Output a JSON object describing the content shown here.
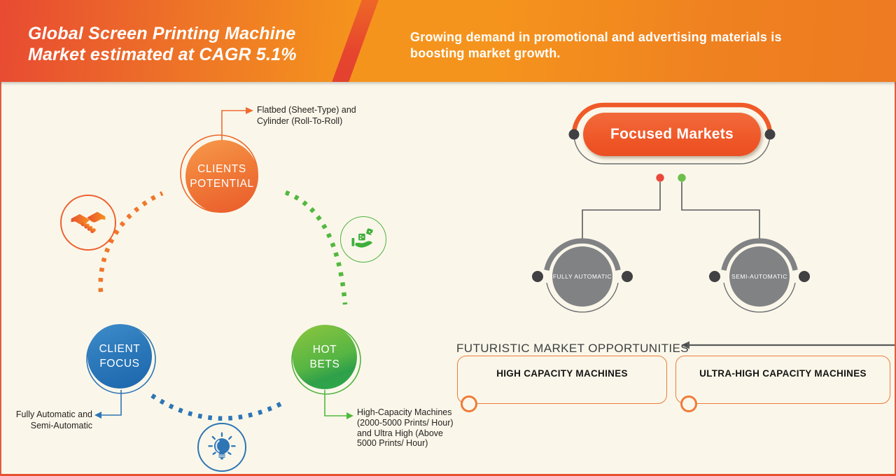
{
  "header": {
    "title_lines": [
      "Global Screen Printing Machine",
      "Market estimated at CAGR 5.1%"
    ],
    "subtitle_lines": [
      "Growing demand in promotional and advertising materials is",
      "boosting market growth."
    ]
  },
  "cycle": {
    "clients_potential": {
      "label_lines": [
        "CLIENTS",
        "POTENTIAL"
      ],
      "annotation_lines": [
        "Flatbed (Sheet-Type) and",
        "Cylinder (Roll-To-Roll)"
      ]
    },
    "client_focus": {
      "label_lines": [
        "CLIENT",
        "FOCUS"
      ],
      "annotation_lines": [
        "Fully Automatic and",
        "Semi-Automatic"
      ]
    },
    "hot_bets": {
      "label_lines": [
        "HOT",
        "BETS"
      ],
      "annotation_lines": [
        "High-Capacity Machines",
        "(2000-5000 Prints/ Hour)",
        "and Ultra High (Above",
        "5000 Prints/ Hour)"
      ]
    },
    "icons": [
      "handshake-icon",
      "dice-hand-icon",
      "lightbulb-icon"
    ]
  },
  "focused_markets": {
    "title": "Focused Markets",
    "branches": [
      {
        "label": "FULLY AUTOMATIC",
        "dot_color": "#e9493d"
      },
      {
        "label": "SEMI-AUTOMATIC",
        "dot_color": "#6cbf4b"
      }
    ]
  },
  "opportunities": {
    "heading": "FUTURISTIC MARKET OPPORTUNITIES",
    "items": [
      {
        "label": "HIGH CAPACITY MACHINES"
      },
      {
        "label": "ULTRA-HIGH CAPACITY MACHINES"
      }
    ]
  },
  "colors": {
    "banner_red": "#e84a32",
    "banner_orange": "#f5941d",
    "accent_orange": "#ee5526",
    "accent_blue": "#2e75b5",
    "accent_green": "#4fb23d",
    "gray_node": "#818284",
    "dark_dot": "#414042",
    "background_cream": "#faf7ea",
    "text_dark": "#3d3e40"
  }
}
